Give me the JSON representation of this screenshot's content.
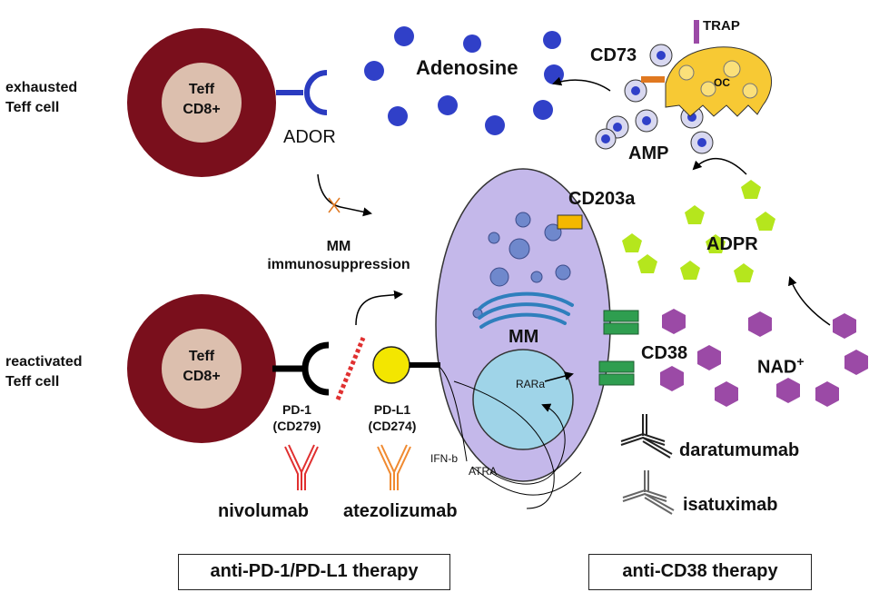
{
  "labels": {
    "exhausted": [
      "exhausted",
      "Teff cell"
    ],
    "reactivated": [
      "reactivated",
      "Teff cell"
    ],
    "teff_top": [
      "Teff",
      "CD8+"
    ],
    "teff_bottom": [
      "Teff",
      "CD8+"
    ],
    "ador": "ADOR",
    "adenosine": "Adenosine",
    "cd73": "CD73",
    "trap": "TRAP",
    "oc": "OC",
    "amp": "AMP",
    "adpr": "ADPR",
    "nad": "NAD",
    "nad_sup": "+",
    "cd203a": "CD203a",
    "cd38": "CD38",
    "mm": "MM",
    "immunosuppression": [
      "MM",
      "immunosuppression"
    ],
    "pd1": [
      "PD-1",
      "(CD279)"
    ],
    "pdl1": [
      "PD-L1",
      "(CD274)"
    ],
    "rara": "RARa",
    "ifnb": "IFN-b",
    "atra": "ATRA",
    "nivolumab": "nivolumab",
    "atezolizumab": "atezolizumab",
    "daratumumab": "daratumumab",
    "isatuximab": "isatuximab"
  },
  "therapies": {
    "left": "anti-PD-1/PD-L1 therapy",
    "right": "anti-CD38 therapy"
  },
  "colors": {
    "teff_outer": "#7a0f1c",
    "teff_inner": "#dcbfae",
    "adenosine": "#3040c8",
    "ador": "#2a3bc0",
    "mm_cell": "#c4b8ea",
    "nucleus": "#9fd4e8",
    "vesicle": "#6f88cc",
    "golgi": "#2f7fbd",
    "adpr": "#b5e61d",
    "nad": "#9b4aa6",
    "oc": "#f7c934",
    "cd203a": "#f4b800",
    "cd38": "#2f9e50",
    "pdl1": "#f3e600",
    "nivolumab": "#e03030",
    "atezolizumab": "#f08a30"
  }
}
